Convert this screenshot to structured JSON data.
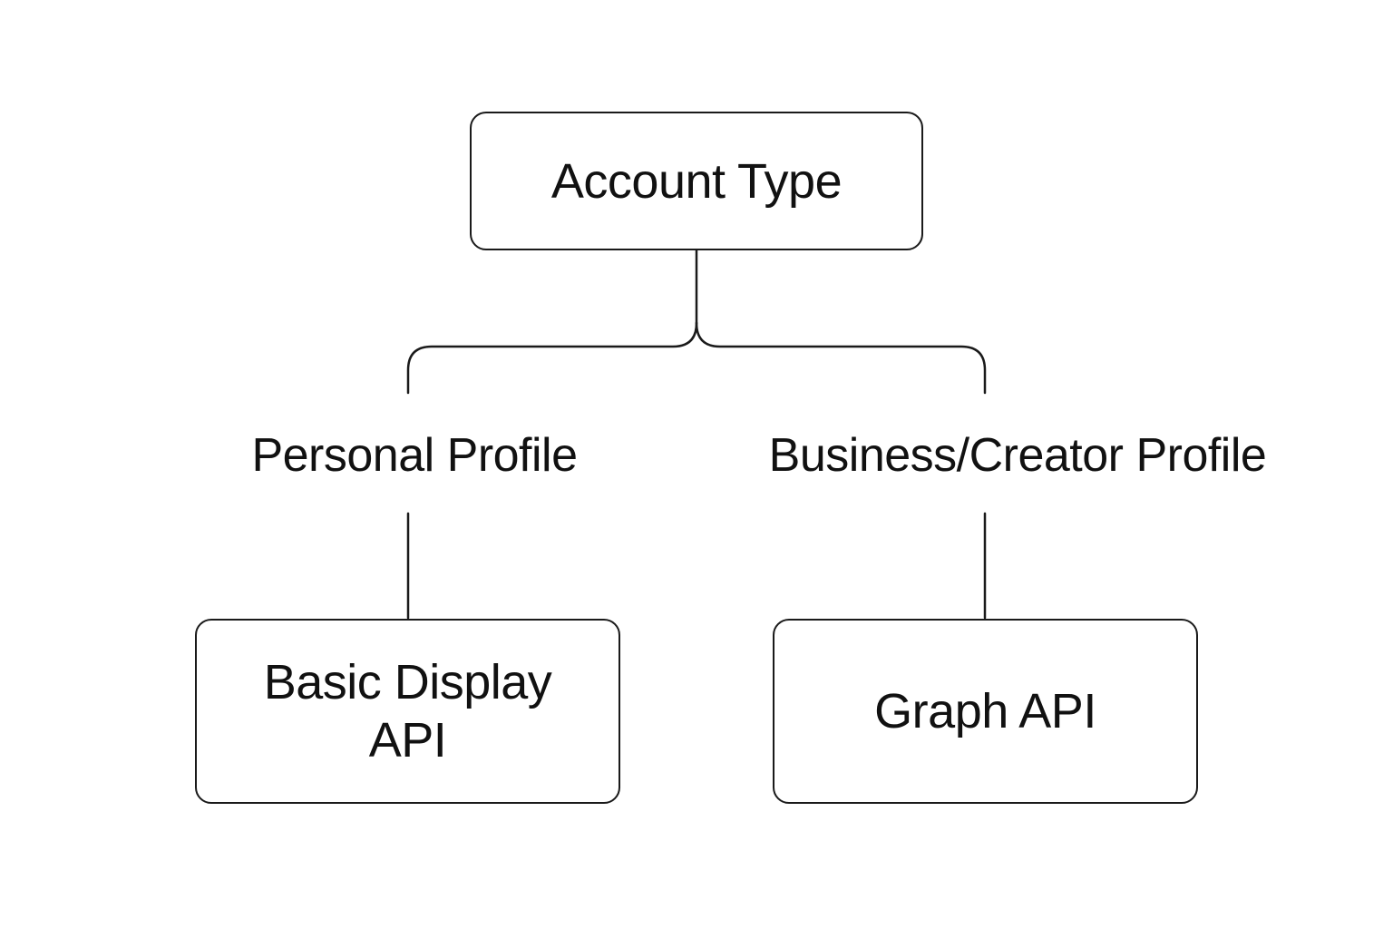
{
  "diagram": {
    "root": {
      "label": "Account Type"
    },
    "branches": [
      {
        "label": "Personal Profile",
        "leaf": "Basic Display\nAPI"
      },
      {
        "label": "Business/Creator Profile",
        "leaf": "Graph API"
      }
    ],
    "colors": {
      "stroke": "#1a1a1a",
      "text": "#111111",
      "background": "#ffffff"
    }
  }
}
